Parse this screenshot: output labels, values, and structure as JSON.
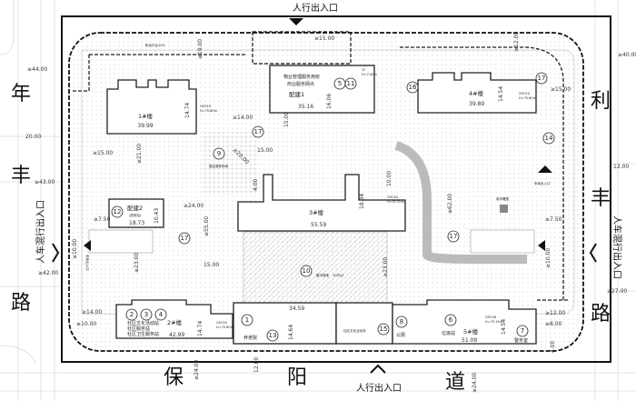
{
  "roads": {
    "top_entrance": "人行出入口",
    "bottom_entrance": "人行出入口",
    "left_road": [
      "年",
      "丰",
      "路"
    ],
    "right_road": [
      "利",
      "丰",
      "路"
    ],
    "bottom_road": [
      "保",
      "阳",
      "道"
    ],
    "left_mixed_entrance": "人车混行出入口",
    "right_mixed_entrance": "人车混行出入口"
  },
  "buildings": {
    "b1": {
      "name": "1#楼",
      "width": "39.99",
      "depth": "14.74",
      "floors": "29F/10",
      "height": "H=75.80m"
    },
    "pj1": {
      "name": "配建1",
      "use1": "物业管理服务用房",
      "use2": "商业服务网点",
      "width": "35.16",
      "depth": "16.06",
      "floors": "1F",
      "height": "H=7.00m"
    },
    "b4": {
      "name": "4#楼",
      "width": "39.89",
      "depth": "14.54",
      "floors": "29F/10",
      "height": "H=75.80m"
    },
    "b3": {
      "name": "3#楼",
      "width": "55.59",
      "depth": "18.34",
      "floors": "19F/10",
      "height": "H=57.30m"
    },
    "pj2": {
      "name": "配建2",
      "sub": "(居母站)",
      "width": "18.73",
      "depth": "10.43"
    },
    "b2": {
      "name": "2#楼",
      "width": "42.99",
      "depth": "14.74",
      "floors": "24F/20",
      "height": "H=75.60m",
      "use1": "社区文化活动站",
      "use2": "社区服务站",
      "use3": "社区卫生服务站"
    },
    "b13": {
      "width": "34.59",
      "depth": "14.64",
      "use": "养老院"
    },
    "b5": {
      "name": "5#楼",
      "width": "51.09",
      "depth": "14.54",
      "floors": "29F/28",
      "height": "H=75.15m",
      "use1": "垃圾站",
      "use2": "公厕",
      "use3": "警务室"
    }
  },
  "labels": {
    "fire_platform": "机动平台10%",
    "garage_entry": "车库出入口",
    "outdoor_fitness": "居民健身场地",
    "green": "集中绿地",
    "green_area": "1000㎡",
    "sports": "社区文化活动场",
    "sculpture": "城市雕塑"
  },
  "circle_numbers": [
    "1",
    "2",
    "3",
    "4",
    "5",
    "6",
    "7",
    "8",
    "9",
    "10",
    "11",
    "12",
    "13",
    "14",
    "15",
    "16",
    "17"
  ],
  "dimensions": [
    "≥15.00",
    "≥19.00",
    "≥44.00",
    "20.00",
    "≥43.00",
    "≥42.00",
    "≥14.00",
    "≥20.00",
    "15.00",
    "15.00",
    "≥21.00",
    "≥24.00",
    "≥55.00",
    "≥23.00",
    "≥7.50",
    "≥10.00",
    "4.00",
    "10.00",
    "≥62.00",
    "≥23.00",
    "≥7.50",
    "≥10.00",
    "12.00",
    "≥40.00",
    "≥15.00",
    "≥27.00",
    "≥12.00",
    "≥8.00",
    "≥24.00",
    "12.00",
    "≥24.00",
    "≥10.00",
    "≥14.00",
    "4.00",
    "≥15.00",
    "≥12.00",
    "15.00"
  ]
}
